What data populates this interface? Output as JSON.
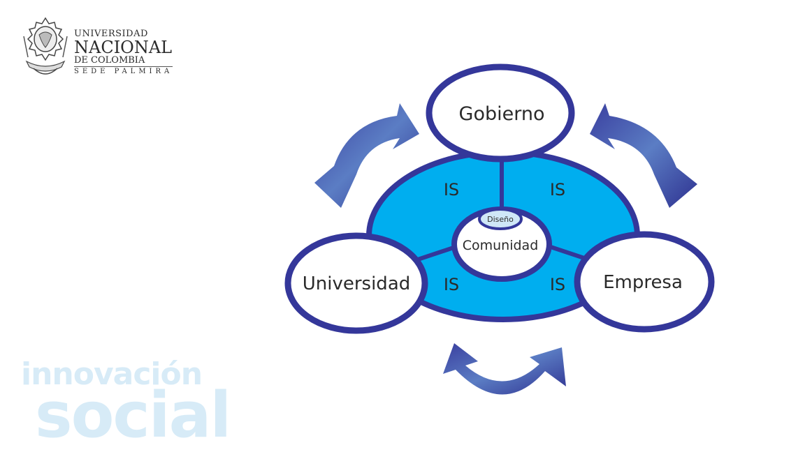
{
  "logo": {
    "line1": "UNIVERSIDAD",
    "line2": "NACIONAL",
    "line3": "DE COLOMBIA",
    "line4": "SEDE PALMIRA"
  },
  "diagram": {
    "nodes": {
      "top": "Gobierno",
      "left": "Universidad",
      "right": "Empresa",
      "center": "Comunidad",
      "center_badge": "Diseño"
    },
    "sector_labels": [
      "IS",
      "IS",
      "IS",
      "IS"
    ],
    "colors": {
      "ring": "#34379a",
      "fill": "#00aeef",
      "node_fill": "#ffffff",
      "badge_fill": "#cfe7f7"
    }
  },
  "watermark": {
    "line1": "innovación",
    "line2": "social"
  }
}
